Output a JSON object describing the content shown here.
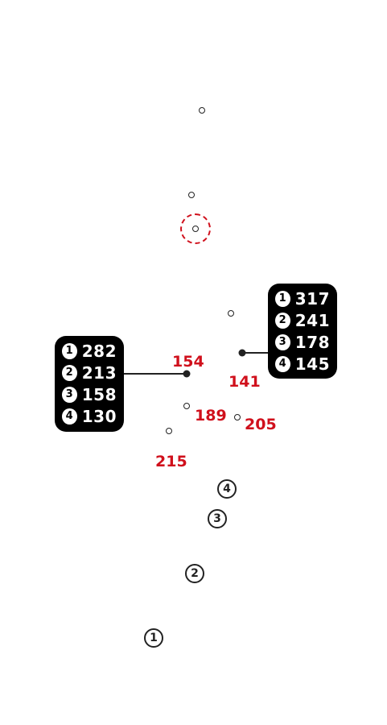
{
  "accent_color": "#d0101c",
  "left_box": {
    "rows": [
      {
        "num": "1",
        "value": "282"
      },
      {
        "num": "2",
        "value": "213"
      },
      {
        "num": "3",
        "value": "158"
      },
      {
        "num": "4",
        "value": "130"
      }
    ]
  },
  "right_box": {
    "rows": [
      {
        "num": "1",
        "value": "317"
      },
      {
        "num": "2",
        "value": "241"
      },
      {
        "num": "3",
        "value": "178"
      },
      {
        "num": "4",
        "value": "145"
      }
    ]
  },
  "point_labels": {
    "label_154": "154",
    "label_141": "141",
    "label_189": "189",
    "label_205": "205",
    "label_215": "215"
  },
  "markers": [
    "1",
    "2",
    "3",
    "4"
  ]
}
